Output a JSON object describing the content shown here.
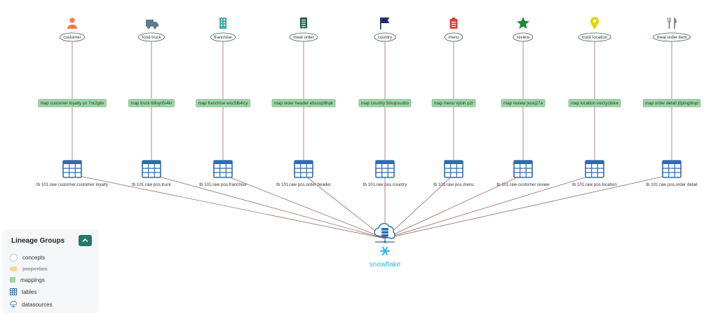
{
  "columns": [
    {
      "concept": "customer",
      "icon": "person-icon",
      "icon_color": "#f2784b",
      "mapping": "map customer loyalty yn 7nr2g6x",
      "table": "tb 101.raw customer.customer loyalty"
    },
    {
      "concept": "food truck",
      "icon": "truck-icon",
      "icon_color": "#5d7b91",
      "mapping": "map truck 69nyrifv4kr",
      "table": "tb 101.raw pos.truck"
    },
    {
      "concept": "franchise",
      "icon": "building-icon",
      "icon_color": "#38b2a6",
      "mapping": "map franchise woc5lb4icy",
      "table": "tb 101.raw pos.franchise"
    },
    {
      "concept": "meal order",
      "icon": "receipt-icon",
      "icon_color": "#1f5a46",
      "mapping": "map order header ebszop9hpk",
      "table": "tb 101.raw pos.order header"
    },
    {
      "concept": "country",
      "icon": "flag-icon",
      "icon_color": "#1f2a6b",
      "mapping": "map country 9zkqrouobo",
      "table": "tb 101.raw pos.country"
    },
    {
      "concept": "menu",
      "icon": "clipboard-icon",
      "icon_color": "#d94040",
      "mapping": "map menu vyluh p2r",
      "table": "tb 101.raw pos.menu"
    },
    {
      "concept": "review",
      "icon": "star-icon",
      "icon_color": "#1e8a3a",
      "mapping": "map review jvusj27a",
      "table": "tb 101.raw customer.review"
    },
    {
      "concept": "truck location",
      "icon": "pin-icon",
      "icon_color": "#e8d400",
      "mapping": "map location voxzyctkkw",
      "table": "tb 101.raw pos.location"
    },
    {
      "concept": "meal order item",
      "icon": "utensils-icon",
      "icon_color": "#8c8c8c",
      "mapping": "map order detail j0ptng8rqd",
      "table": "tb 101.raw pos.order detail"
    }
  ],
  "datasource": {
    "label": "snowflake",
    "icon": "snowflake-icon",
    "color": "#29b5e8"
  },
  "legend": {
    "title": "Lineage Groups",
    "items": [
      {
        "label": "concepts",
        "enabled": true
      },
      {
        "label": "properties",
        "enabled": false
      },
      {
        "label": "mappings",
        "enabled": true
      },
      {
        "label": "tables",
        "enabled": true
      },
      {
        "label": "datasources",
        "enabled": true
      }
    ]
  },
  "colors": {
    "edge": "#8a5a5a",
    "mapping_fill": "#9ed4a8",
    "mapping_stroke": "#6aa874",
    "table_icon": "#2f6bb0"
  }
}
